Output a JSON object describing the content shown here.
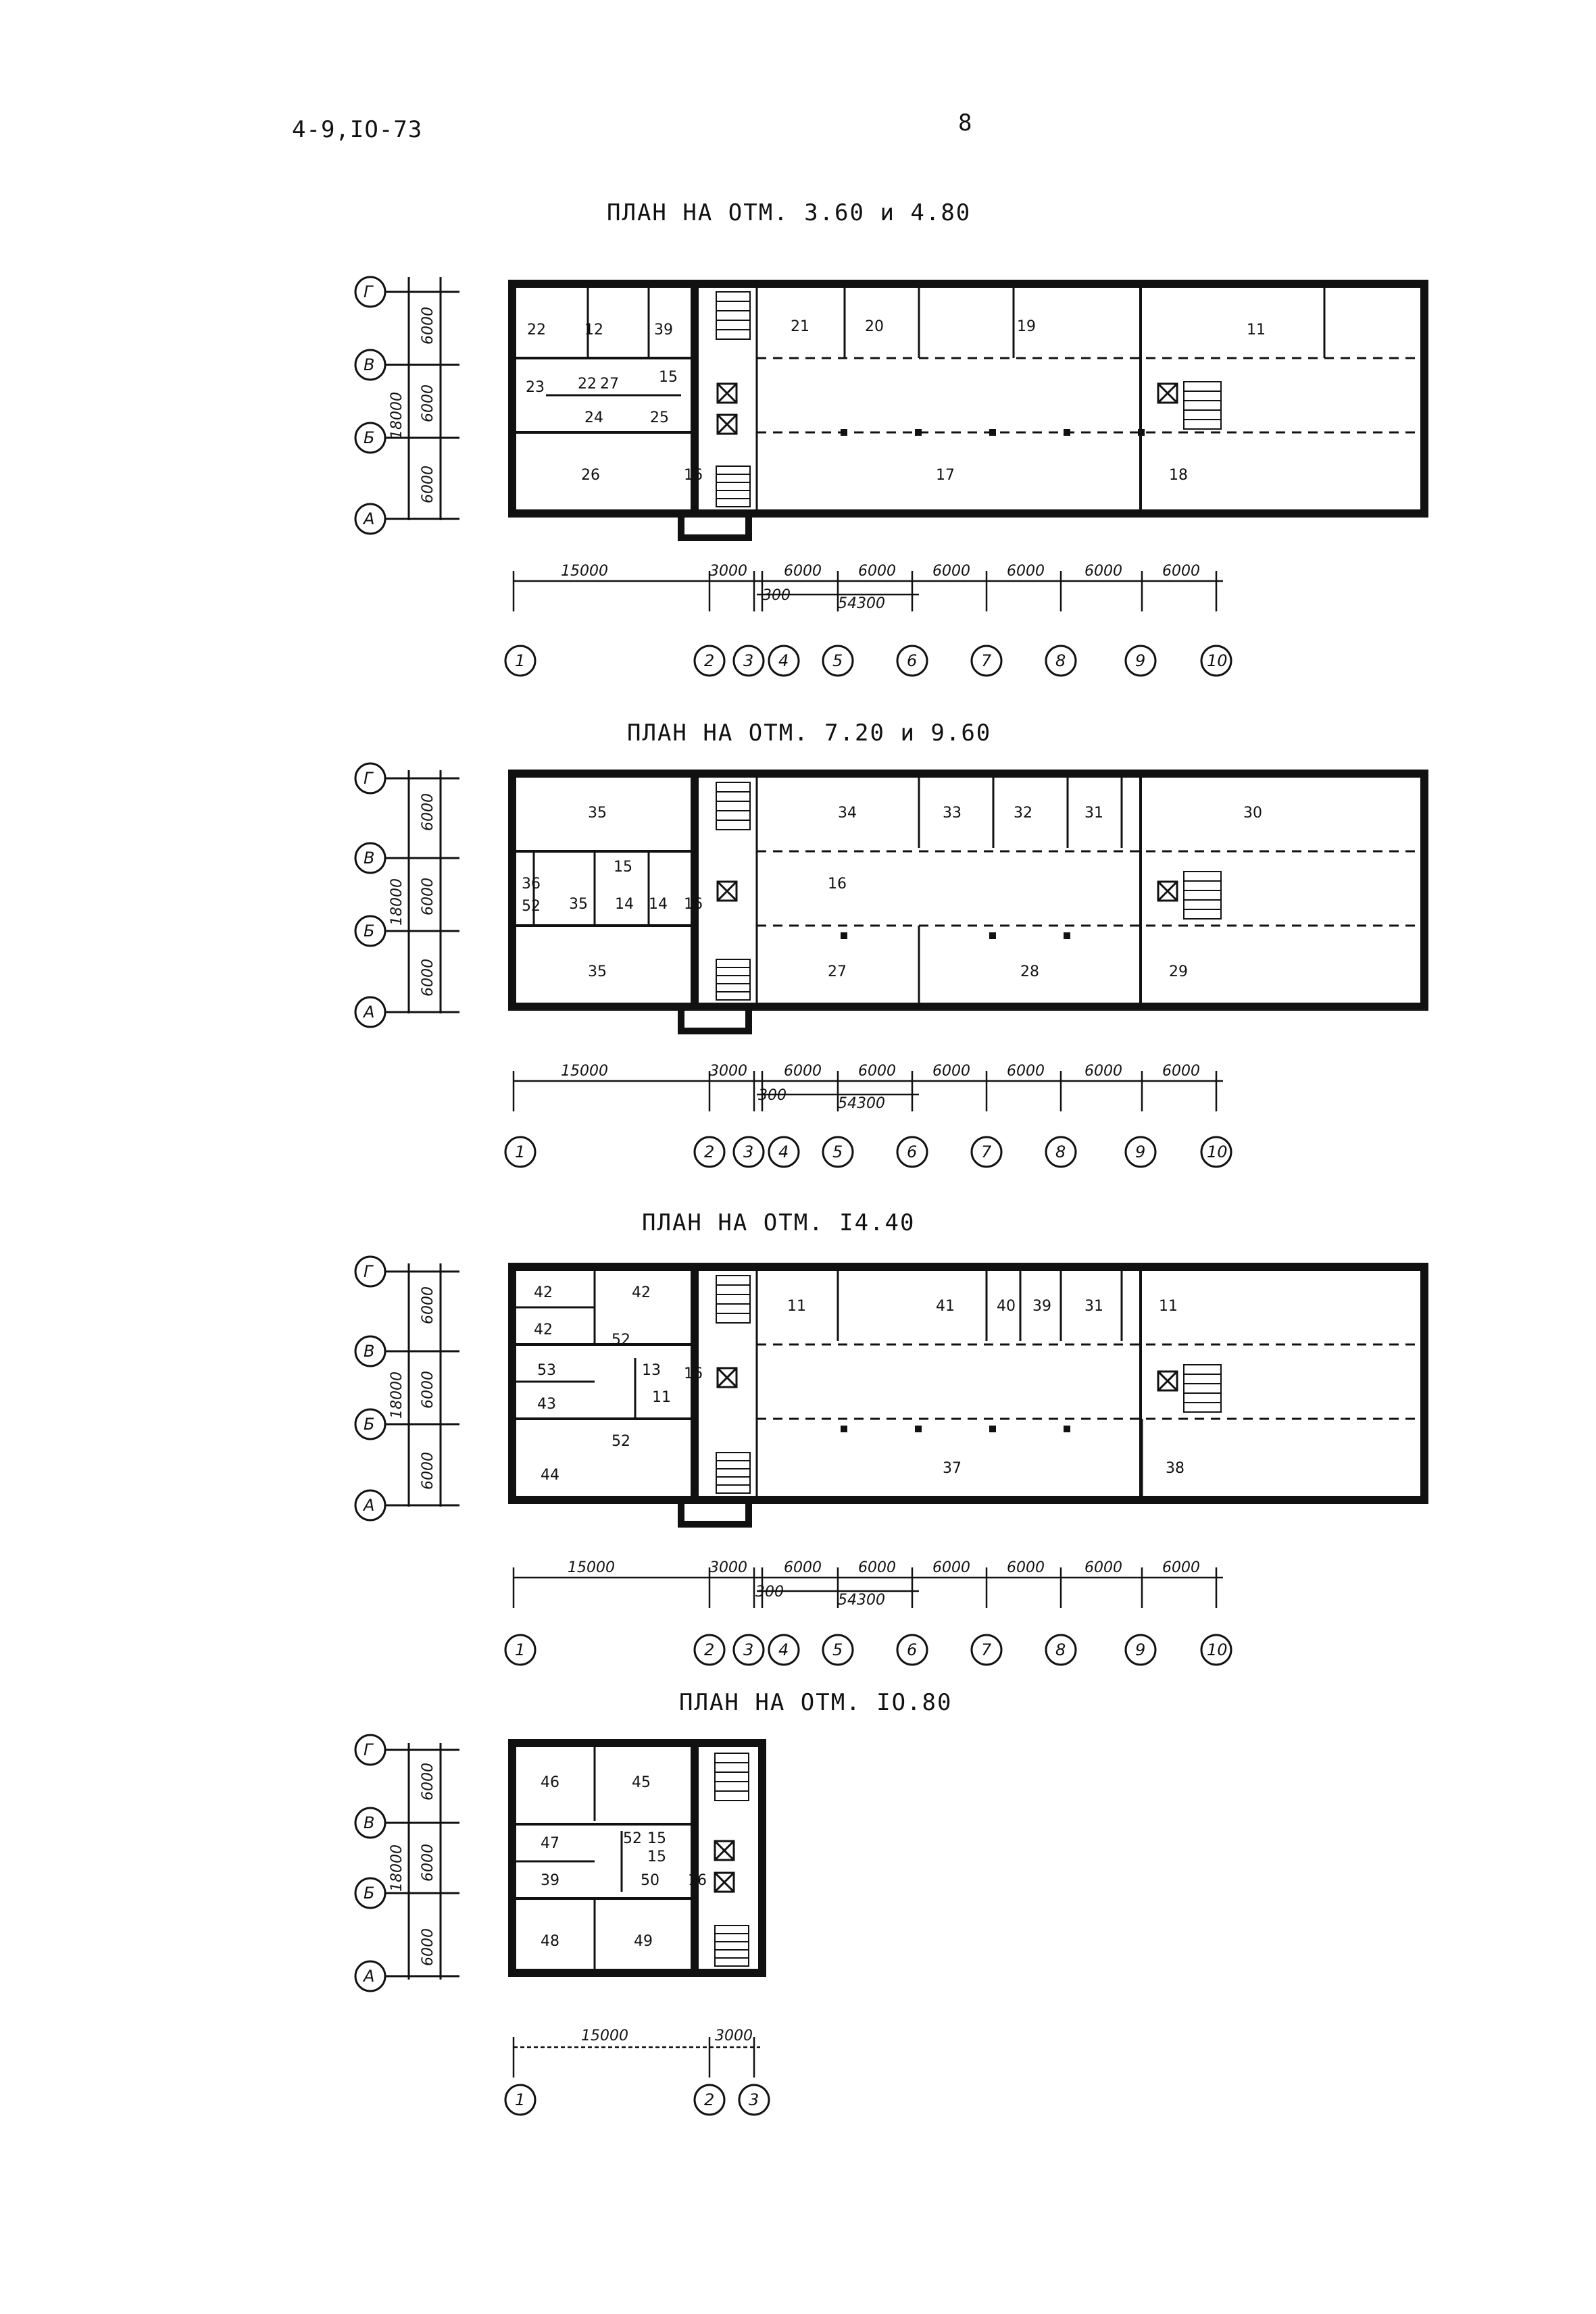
{
  "header": {
    "doc_code": "4-9,IO-73",
    "page_number": "8"
  },
  "plan1": {
    "title": "ПЛАН НА ОТМ. 3.60  и 4.80",
    "rows": [
      "Г",
      "В",
      "Б",
      "А"
    ],
    "row_dims": [
      "6000",
      "6000",
      "6000"
    ],
    "total_dim": "18000",
    "dims": [
      "15000",
      "3000",
      "6000",
      "6000",
      "6000",
      "6000",
      "6000",
      "6000"
    ],
    "sub_dim": "300",
    "total_len": "54300",
    "cols": [
      "1",
      "2",
      "3",
      "4",
      "5",
      "6",
      "7",
      "8",
      "9",
      "10"
    ],
    "rooms": {
      "r22": "22",
      "r12": "12",
      "r39": "39",
      "r23": "23",
      "r22b": "22",
      "r27": "27",
      "r15": "15",
      "r24": "24",
      "r25": "25",
      "r26": "26",
      "r16": "16",
      "r21": "21",
      "r20": "20",
      "r19": "19",
      "r11": "11",
      "r17": "17",
      "r18": "18"
    }
  },
  "plan2": {
    "title": "ПЛАН НА ОТМ. 7.20  и 9.60",
    "rows": [
      "Г",
      "В",
      "Б",
      "А"
    ],
    "row_dims": [
      "6000",
      "6000",
      "6000"
    ],
    "total_dim": "18000",
    "dims": [
      "15000",
      "3000",
      "6000",
      "6000",
      "6000",
      "6000",
      "6000",
      "6000"
    ],
    "sub_dim": "300",
    "total_len": "54300",
    "cols": [
      "1",
      "2",
      "3",
      "4",
      "5",
      "6",
      "7",
      "8",
      "9",
      "10"
    ],
    "rooms": {
      "r35a": "35",
      "r34": "34",
      "r33": "33",
      "r32": "32",
      "r31": "31",
      "r30": "30",
      "r15": "15",
      "r36": "36",
      "r52": "52",
      "r35b": "35",
      "r14a": "14",
      "r14b": "14",
      "r16a": "16",
      "r16b": "16",
      "r35c": "35",
      "r27": "27",
      "r28": "28",
      "r29": "29"
    }
  },
  "plan3": {
    "title": "ПЛАН НА ОТМ. I4.40",
    "rows": [
      "Г",
      "В",
      "Б",
      "А"
    ],
    "row_dims": [
      "6000",
      "6000",
      "6000"
    ],
    "total_dim": "18000",
    "dims": [
      "15000",
      "3000",
      "6000",
      "6000",
      "6000",
      "6000",
      "6000",
      "6000"
    ],
    "sub_dim": "300",
    "total_len": "54300",
    "cols": [
      "1",
      "2",
      "3",
      "4",
      "5",
      "6",
      "7",
      "8",
      "9",
      "10"
    ],
    "rooms": {
      "r42a": "42",
      "r42b": "42",
      "r42c": "42",
      "r52a": "52",
      "r53": "53",
      "r13": "13",
      "r16": "16",
      "r43": "43",
      "r11a": "11",
      "r52b": "52",
      "r44": "44",
      "r11b": "11",
      "r41": "41",
      "r40": "40",
      "r39": "39",
      "r31": "31",
      "r11c": "11",
      "r37": "37",
      "r38": "38"
    }
  },
  "plan4": {
    "title": "ПЛАН НА ОТМ. IO.80",
    "rows": [
      "Г",
      "В",
      "Б",
      "А"
    ],
    "row_dims": [
      "6000",
      "6000",
      "6000"
    ],
    "total_dim": "18000",
    "dims": [
      "15000",
      "3000"
    ],
    "cols": [
      "1",
      "2",
      "3"
    ],
    "rooms": {
      "r46": "46",
      "r45": "45",
      "r47": "47",
      "r52": "52",
      "r15a": "15",
      "r15b": "15",
      "r39": "39",
      "r50": "50",
      "r16": "16",
      "r48": "48",
      "r49": "49"
    }
  }
}
